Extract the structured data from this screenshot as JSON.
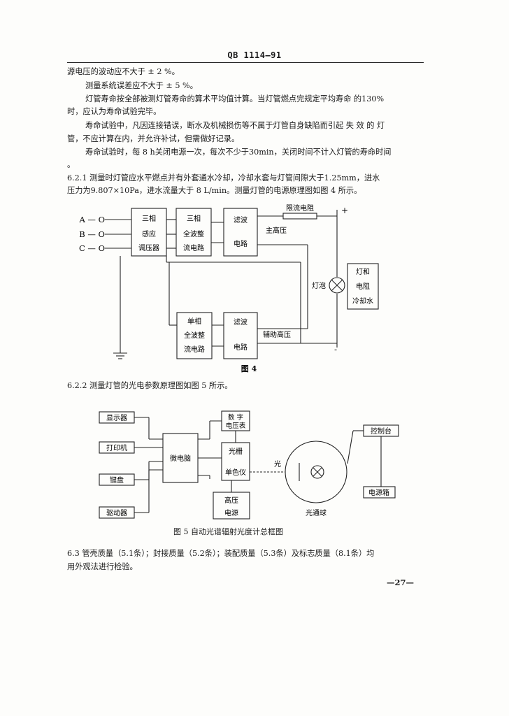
{
  "header": {
    "code": "QB 1114—91"
  },
  "paragraphs": {
    "p1": "源电压的波动应不大于 ± 2 %。",
    "p2": "测量系统误差应不大于 ± 5 %。",
    "p3a": "灯管寿命按全部被测灯管寿命的算术平均值计算。当灯管燃点完规定平均寿命 的130%",
    "p3b": "时，应认为寿命试验完毕。",
    "p4a": "寿命试验中，凡因连接错误，断水及机械损伤等不属于灯管自身缺陷而引起 失 效 的 灯",
    "p4b": "管，不应计算在内，并允许补试，但需做好记录。",
    "p5a": "寿命试验时，每 8 h关闭电源一次，每次不少于30min，关闭时间不计入灯管的寿命时间",
    "p5b": "。",
    "p621a": "6.2.1  测量时灯管应水平燃点并有外套通水冷却，冷却水套与灯管间隙大于1.25mm，进水",
    "p621b": "压力为9.807×10Pa，进水流量大于 8 L/min。测量灯管的电源原理图如图 4 所示。",
    "p622": "6.2.2  测量灯管的光电参数原理图如图 5 所示。",
    "p63a": "6.3  管壳质量（5.1条）；封接质量（5.2条）；装配质量（5.3条）及标志质量（8.1条）均",
    "p63b": "用外观法进行检验。"
  },
  "fig4": {
    "caption": "图    4",
    "phase_a": "A — O",
    "phase_b": "B — O",
    "phase_c": "C — O",
    "box1": [
      "三相",
      "感应",
      "调压器"
    ],
    "box2": [
      "三相",
      "全波整",
      "流电路"
    ],
    "box3": [
      "滤波",
      "电路"
    ],
    "box4": [
      "单相",
      "全波整",
      "流电路"
    ],
    "box5": [
      "滤波",
      "电路"
    ],
    "resistor": "限流电阻",
    "plus": "+",
    "minus": "-",
    "main_hv": "主高压",
    "aux_hv": "辅助高压",
    "lamp": "灯泡",
    "lamp_box": [
      "灯和",
      "电阻",
      "冷却水"
    ]
  },
  "fig5": {
    "caption": "图 5    自动光谱辐射光度计总框图",
    "display": "显示器",
    "printer": "打印机",
    "keyboard": "键盘",
    "driver": "驱动器",
    "micro": "微电脑",
    "voltmeter": [
      "数  字",
      "电压表"
    ],
    "mono": [
      "光栅",
      "单色仪"
    ],
    "hv": [
      "高压",
      "电源"
    ],
    "light": "光",
    "sphere": "光通球",
    "console": "控制台",
    "power_box": "电源箱"
  },
  "page_number": "—27—"
}
